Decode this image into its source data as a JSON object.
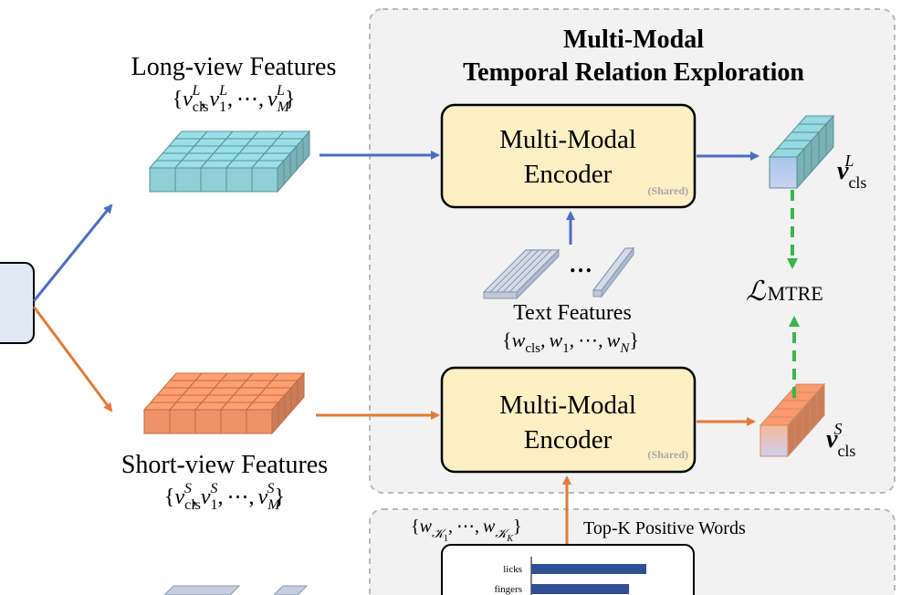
{
  "panel": {
    "title_line1": "Multi-Modal",
    "title_line2": "Temporal Relation Exploration"
  },
  "long_view": {
    "label": "Long-view Features",
    "set_open": "{",
    "v": "v",
    "cls": "cls",
    "L": "L",
    "sep": ",",
    "one": "1",
    "dots": "⋯",
    "M": "M",
    "set_close": "}"
  },
  "short_view": {
    "label": "Short-view Features",
    "S": "S"
  },
  "encoder": {
    "line1": "Multi-Modal",
    "line2": "Encoder",
    "shared": "(Shared)"
  },
  "text_features": {
    "label": "Text Features",
    "dots": "…",
    "w": "w",
    "N": "N"
  },
  "loss": {
    "symbol": "ℒ",
    "sub": "MTRE"
  },
  "outputs": {
    "v_bold": "v"
  },
  "topk": {
    "label": "Top-K Positive Words",
    "K": "𝒦",
    "k1": "1",
    "kK": "K"
  },
  "bar_chart": {
    "items": [
      {
        "label": "licks",
        "value": 1.0
      },
      {
        "label": "fingers",
        "value": 0.85
      }
    ]
  },
  "colors": {
    "blue_arrow": "#4a6fbf",
    "orange_arrow": "#e07b3a",
    "green_dash": "#3cb54a",
    "encoder_fill": "#fcefc4",
    "panel_fill": "#f2f2f2",
    "teal_cube": "#8fd0d6",
    "orange_cube": "#ee9368",
    "bar_blue": "#2f4f96"
  }
}
